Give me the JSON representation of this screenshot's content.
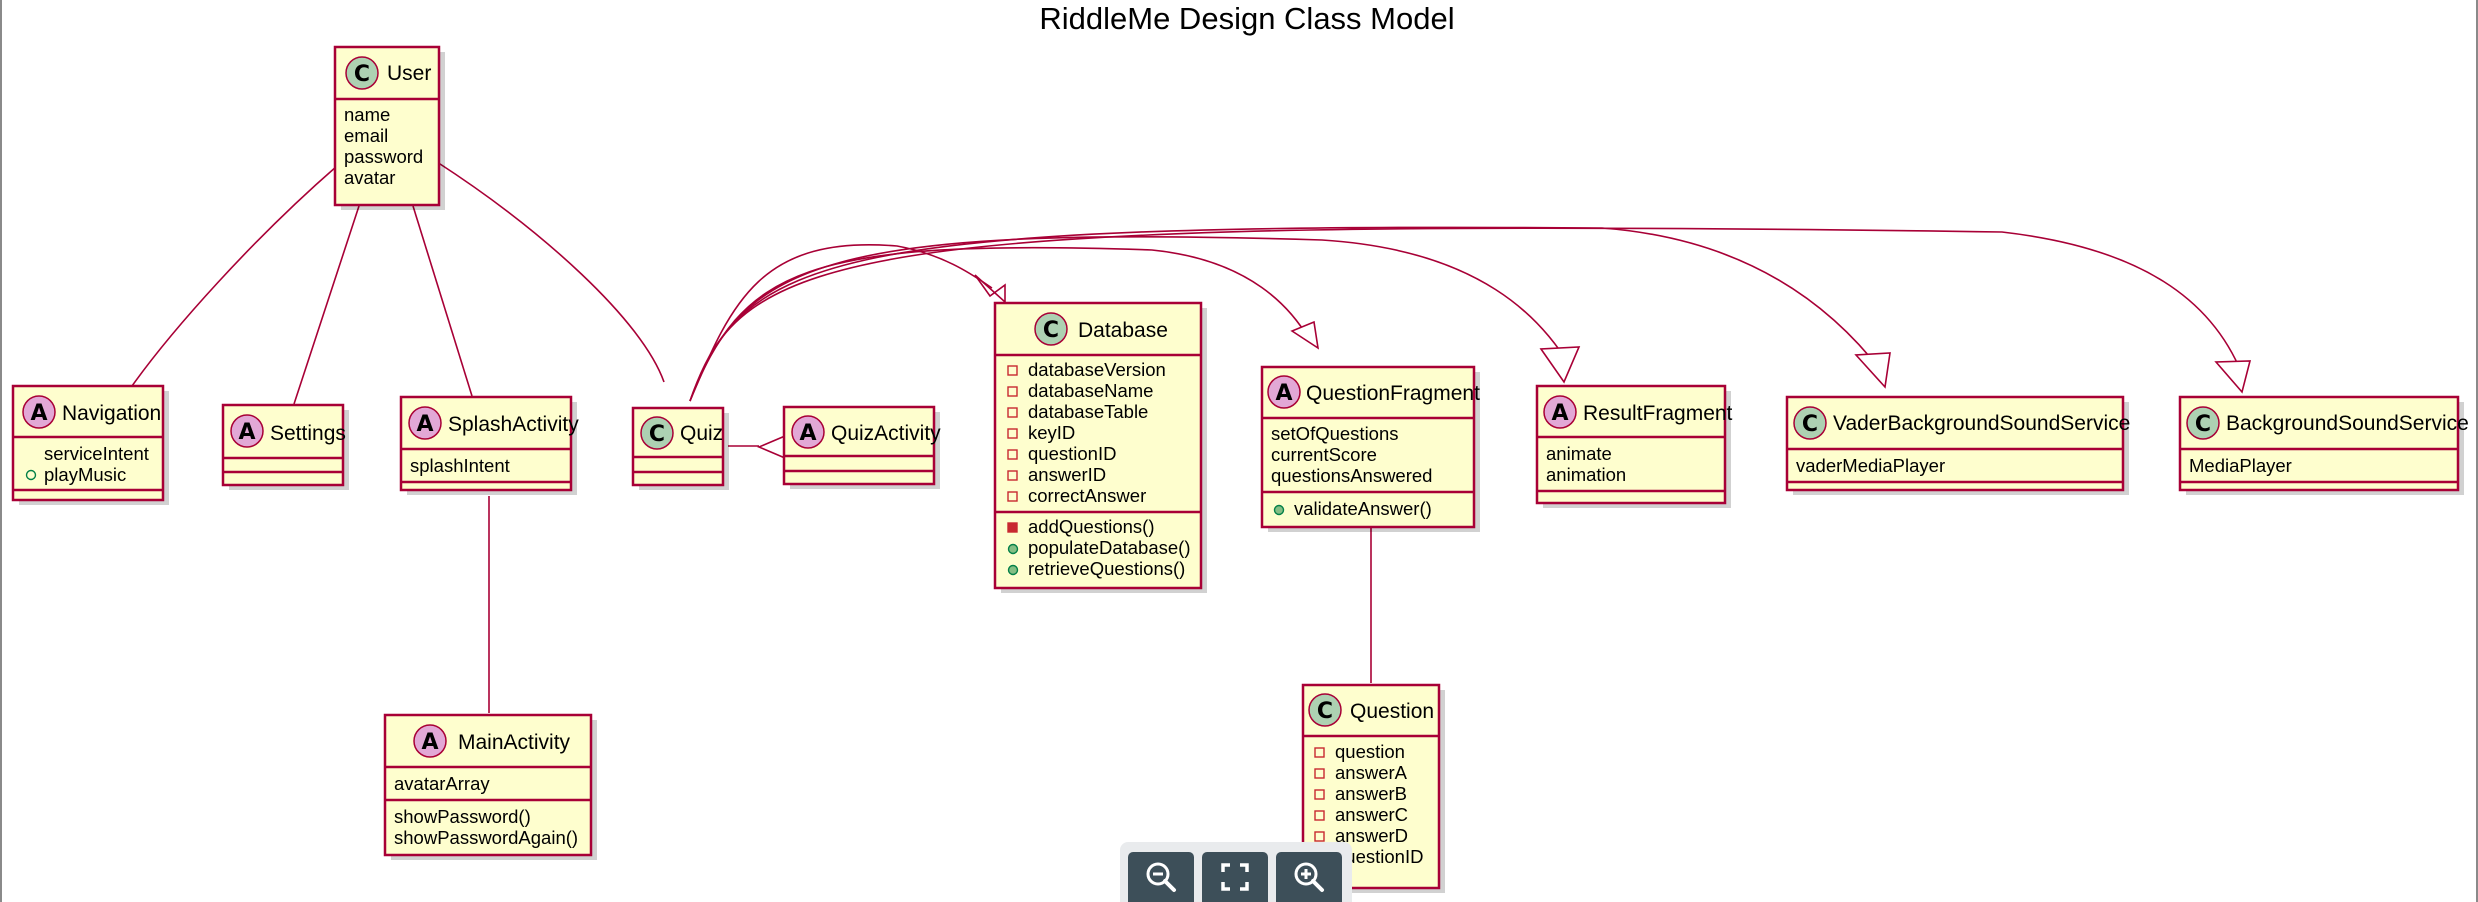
{
  "title": "RiddleMe Design Class Model",
  "classes": {
    "user": {
      "stereo": "C",
      "name": "User",
      "attrs": [
        "name",
        "email",
        "password",
        "avatar"
      ]
    },
    "navigation": {
      "stereo": "A",
      "name": "Navigation",
      "attrs": [
        "serviceIntent",
        "playMusic"
      ]
    },
    "settings": {
      "stereo": "A",
      "name": "Settings"
    },
    "splash": {
      "stereo": "A",
      "name": "SplashActivity",
      "attrs": [
        "splashIntent"
      ]
    },
    "quiz": {
      "stereo": "C",
      "name": "Quiz"
    },
    "quizactivity": {
      "stereo": "A",
      "name": "QuizActivity"
    },
    "database": {
      "stereo": "C",
      "name": "Database",
      "attrs": [
        "databaseVersion",
        "databaseName",
        "databaseTable",
        "keyID",
        "questionID",
        "answerID",
        "correctAnswer"
      ],
      "methods": [
        "addQuestions()",
        "populateDatabase()",
        "retrieveQuestions()"
      ]
    },
    "questionfragment": {
      "stereo": "A",
      "name": "QuestionFragment",
      "attrs": [
        "setOfQuestions",
        "currentScore",
        "questionsAnswered"
      ],
      "methods": [
        "validateAnswer()"
      ]
    },
    "resultfragment": {
      "stereo": "A",
      "name": "ResultFragment",
      "attrs": [
        "animate",
        "animation"
      ]
    },
    "vader": {
      "stereo": "C",
      "name": "VaderBackgroundSoundService",
      "attrs": [
        "vaderMediaPlayer"
      ]
    },
    "bgsound": {
      "stereo": "C",
      "name": "BackgroundSoundService",
      "attrs": [
        "MediaPlayer"
      ]
    },
    "mainactivity": {
      "stereo": "A",
      "name": "MainActivity",
      "attrs": [
        "avatarArray"
      ],
      "methods": [
        "showPassword()",
        "showPasswordAgain()"
      ]
    },
    "question": {
      "stereo": "C",
      "name": "Question",
      "attrs": [
        "question",
        "answerA",
        "answerB",
        "answerC",
        "answerD",
        "questionID"
      ]
    }
  },
  "toolbar": {
    "zoom_out_icon": "zoom-out-icon",
    "fullscreen_icon": "fullscreen-icon",
    "zoom_in_icon": "zoom-in-icon"
  },
  "colors": {
    "box_fill": "#FEFECE",
    "border": "#A80036",
    "class_circle": "#ADD1B2",
    "abstract_circle": "#E2A8D6",
    "toolbar_button": "#3d4f59"
  }
}
